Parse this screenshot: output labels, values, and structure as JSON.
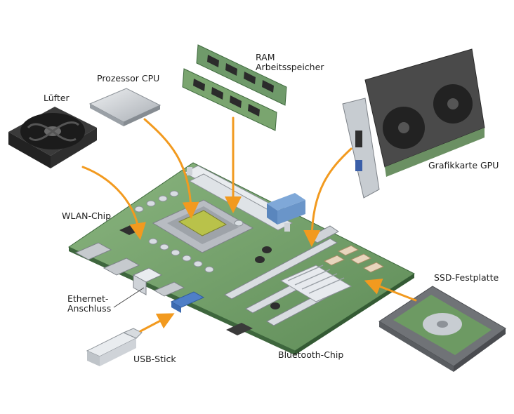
{
  "labels": {
    "fan": "Lüfter",
    "cpu": "Prozessor CPU",
    "ram_line1": "RAM",
    "ram_line2": "Arbeitsspeicher",
    "gpu": "Grafikkarte GPU",
    "wlan": "WLAN-Chip",
    "ethernet_line1": "Ethernet-",
    "ethernet_line2": "Anschluss",
    "usb": "USB-Stick",
    "bluetooth": "Bluetooth-Chip",
    "ssd": "SSD-Festplatte"
  },
  "colors": {
    "arrow": "#f29a1f",
    "board": "#6f9a6a",
    "board_dark": "#4d7a4c",
    "pcb": "#7aa56f",
    "metal": "#c9cdd2",
    "dark_metal": "#3b3b3b",
    "label_text": "#1d1d1d"
  }
}
